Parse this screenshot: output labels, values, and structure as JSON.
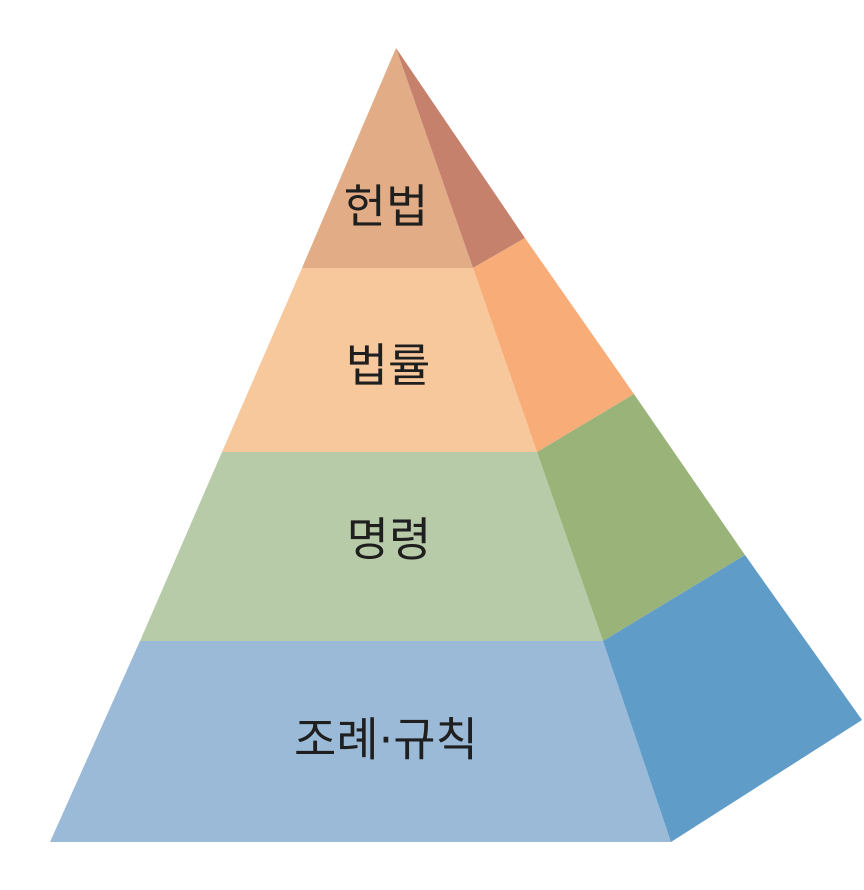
{
  "tiers": [
    {
      "label": "헌법",
      "front_color": "#e2ad86",
      "side_color": "#c6816d"
    },
    {
      "label": "법률",
      "front_color": "#f8c89d",
      "side_color": "#f8ad79"
    },
    {
      "label": "명령",
      "front_color": "#b7cba8",
      "side_color": "#9ab379"
    },
    {
      "label": "조례·규칙",
      "front_color": "#9bbad8",
      "side_color": "#5f9cc8"
    }
  ]
}
